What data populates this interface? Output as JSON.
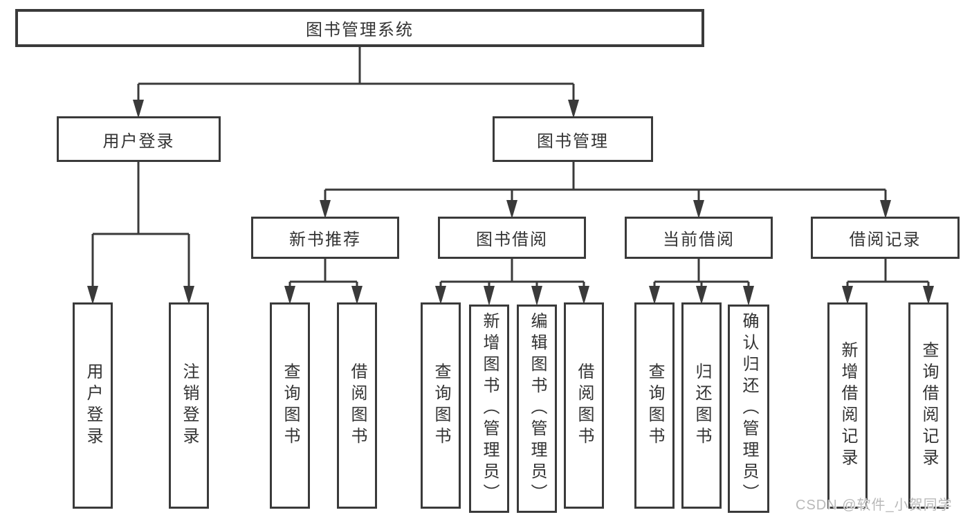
{
  "root": {
    "label": "图书管理系统",
    "children": [
      {
        "label": "用户登录",
        "children": [
          {
            "label": "用户登录"
          },
          {
            "label": "注销登录"
          }
        ]
      },
      {
        "label": "图书管理",
        "children": [
          {
            "label": "新书推荐",
            "children": [
              {
                "label": "查询图书"
              },
              {
                "label": "借阅图书"
              }
            ]
          },
          {
            "label": "图书借阅",
            "children": [
              {
                "label": "查询图书"
              },
              {
                "label": "新增图书（管理员）"
              },
              {
                "label": "编辑图书（管理员）"
              },
              {
                "label": "借阅图书"
              }
            ]
          },
          {
            "label": "当前借阅",
            "children": [
              {
                "label": "查询图书"
              },
              {
                "label": "归还图书"
              },
              {
                "label": "确认归还（管理员）"
              }
            ]
          },
          {
            "label": "借阅记录",
            "children": [
              {
                "label": "新增借阅记录"
              },
              {
                "label": "查询借阅记录"
              }
            ]
          }
        ]
      }
    ]
  },
  "watermark": "CSDN @软件_小贺同学",
  "colors": {
    "line": "#3a3a3a",
    "text": "#333333",
    "background": "#ffffff",
    "watermark": "#b9b9b9"
  }
}
